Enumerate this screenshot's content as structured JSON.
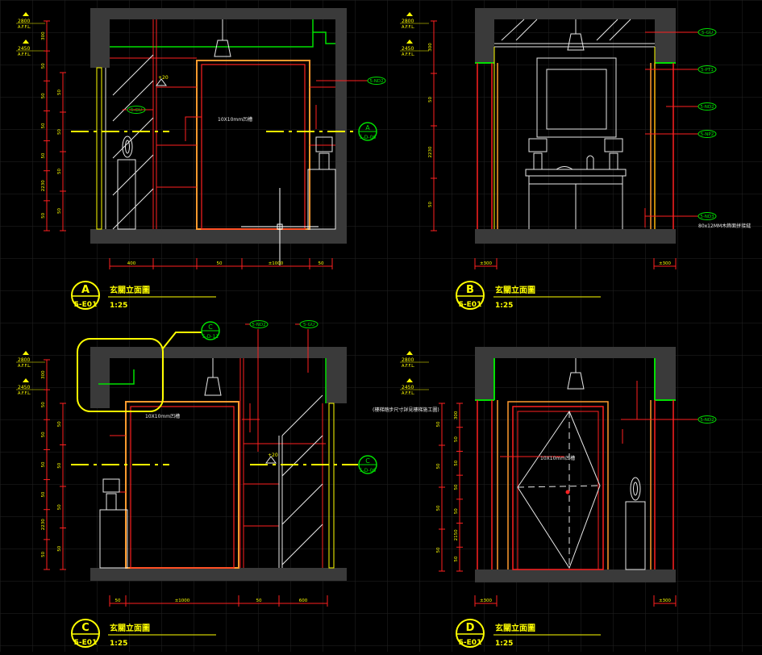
{
  "colors": {
    "bg": "#000000",
    "grid": "#262626",
    "wall": "#3a3a3a",
    "red": "#ff2020",
    "yellow": "#ffff00",
    "orange": "#ff9a2e",
    "green": "#00e000",
    "white": "#e8e8e8",
    "gray": "#b0b0b0"
  },
  "levels": {
    "top_value": "2800",
    "top_sub": "A.F.F.L.",
    "low_value": "2450",
    "low_sub": "A.F.F.L."
  },
  "panels": [
    {
      "id": "A",
      "letter": "A",
      "ref": "5-E01",
      "title": "玄關立面圖",
      "scale": "1:25",
      "inner_note": "10X10mm凹槽",
      "tags": [
        "5-ND2",
        "5-GU"
      ],
      "bubble_ref": "5-D-06",
      "dims_vert": [
        "300",
        "50",
        "50",
        "50",
        "50",
        "2230",
        "50"
      ],
      "dims_bottom": [
        "400",
        "50",
        "±1000",
        "50"
      ]
    },
    {
      "id": "B",
      "letter": "B",
      "ref": "5-E01",
      "title": "玄關立面圖",
      "scale": "1:25",
      "inner_note": "",
      "tags": [
        "5-GU",
        "5-PT1",
        "5-ND2",
        "5-NP2",
        "5-ND3"
      ],
      "side_note": "80x12MM木飾面拼接縫",
      "dims_vert": [
        "300",
        "50",
        "2230",
        "50"
      ],
      "dims_bottom": [
        "±300",
        "±300"
      ]
    },
    {
      "id": "C",
      "letter": "C",
      "ref": "5-E01",
      "title": "玄關立面圖",
      "scale": "1:25",
      "inner_note": "10X10mm凹槽",
      "tags": [
        "5-ND2",
        "5-GU"
      ],
      "bubble_ref": "5-D-06",
      "callout_ref": "5-D-11",
      "dims_vert": [
        "300",
        "50",
        "50",
        "50",
        "50",
        "2230",
        "50"
      ],
      "dims_bottom": [
        "50",
        "±1000",
        "50",
        "600"
      ]
    },
    {
      "id": "D",
      "letter": "D",
      "ref": "5-E01",
      "title": "玄關立面圖",
      "scale": "1:25",
      "inner_note": "10X10mm凹槽",
      "tags": [
        "5-ND2"
      ],
      "side_note": "(樓梯踏步尺寸詳見樓梯施工圖)",
      "dims_vert": [
        "300",
        "50",
        "50",
        "50",
        "50",
        "2150",
        "50"
      ],
      "dims_bottom": [
        "±300",
        "±300"
      ]
    }
  ]
}
